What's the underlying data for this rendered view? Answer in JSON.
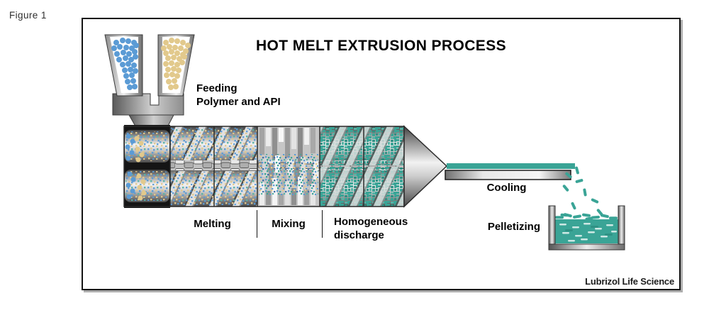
{
  "figure": {
    "label": "Figure 1"
  },
  "diagram": {
    "title": "HOT MELT EXTRUSION PROCESS",
    "labels": {
      "feeding": {
        "line1": "Feeding",
        "line2": "Polymer and API"
      },
      "melting": "Melting",
      "mixing": "Mixing",
      "homogeneous": "Homogeneous discharge",
      "cooling": "Cooling",
      "pelletizing": "Pelletizing"
    },
    "credit": "Lubrizol Life Science"
  },
  "colors": {
    "polymer-blue": "#5b9bd5",
    "api-tan": "#e2c98c",
    "melt-teal": "#3aa496",
    "melt-teal-dark": "#2f9184",
    "melt-teal-light": "#57b3a6",
    "outline-dark": "#1a1a1a"
  }
}
